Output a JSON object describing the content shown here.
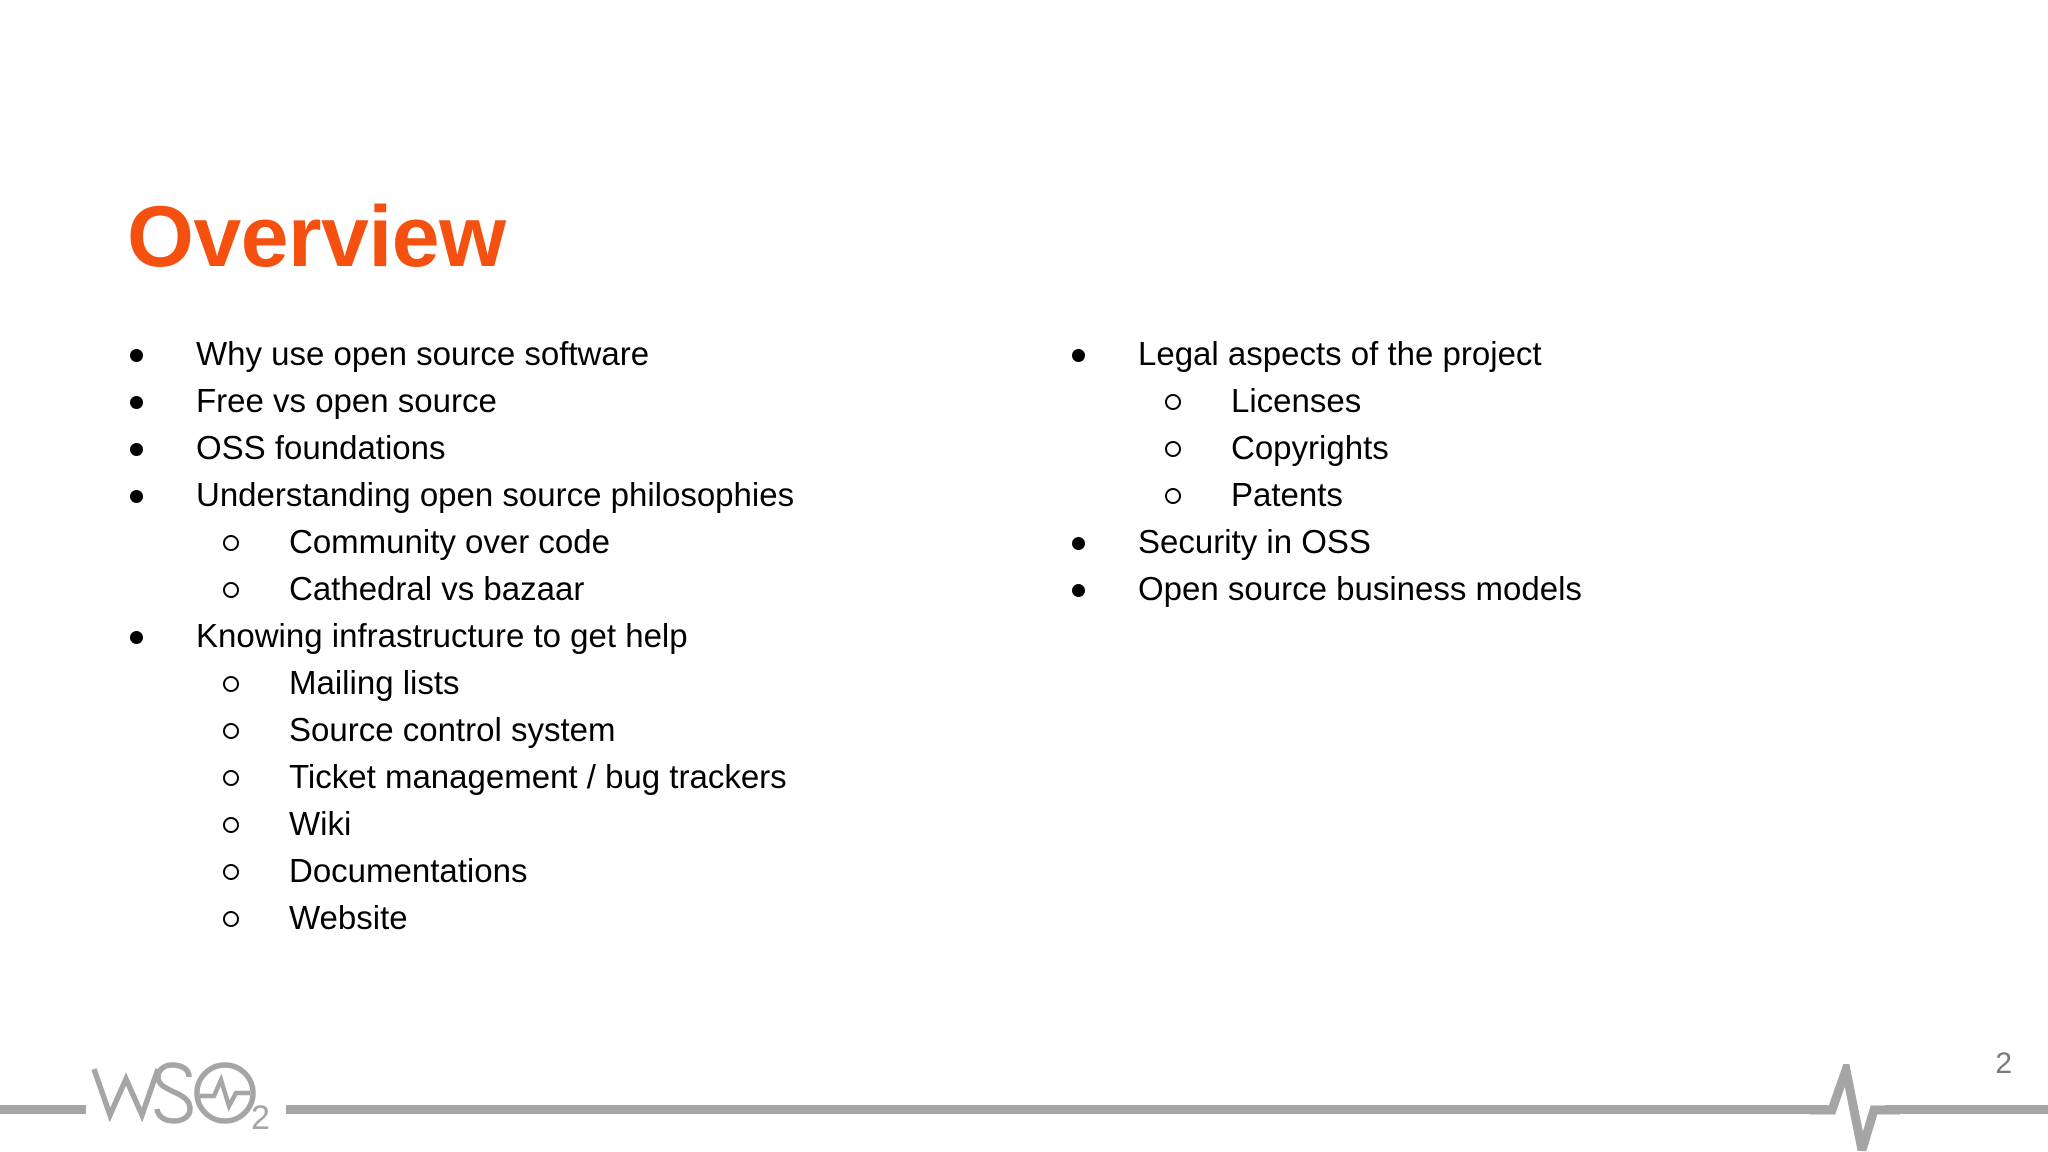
{
  "slide": {
    "title": "Overview",
    "title_color": "#f4500f",
    "background_color": "#ffffff",
    "text_color": "#000000"
  },
  "content": {
    "left_column": [
      {
        "level": 1,
        "marker": "filled-circle",
        "text": "Why use open source software"
      },
      {
        "level": 1,
        "marker": "filled-circle",
        "text": "Free vs open source"
      },
      {
        "level": 1,
        "marker": "filled-circle",
        "text": "OSS foundations"
      },
      {
        "level": 1,
        "marker": "filled-circle",
        "text": "Understanding open source philosophies"
      },
      {
        "level": 2,
        "marker": "hollow-circle",
        "text": "Community over code"
      },
      {
        "level": 2,
        "marker": "hollow-circle",
        "text": "Cathedral vs bazaar"
      },
      {
        "level": 1,
        "marker": "filled-circle",
        "text": "Knowing infrastructure to get help"
      },
      {
        "level": 2,
        "marker": "hollow-circle",
        "text": "Mailing lists"
      },
      {
        "level": 2,
        "marker": "hollow-circle",
        "text": "Source control system"
      },
      {
        "level": 2,
        "marker": "hollow-circle",
        "text": "Ticket management / bug trackers"
      },
      {
        "level": 2,
        "marker": "hollow-circle",
        "text": "Wiki"
      },
      {
        "level": 2,
        "marker": "hollow-circle",
        "text": "Documentations"
      },
      {
        "level": 2,
        "marker": "hollow-circle",
        "text": "Website"
      }
    ],
    "right_column": [
      {
        "level": 1,
        "marker": "filled-circle",
        "text": "Legal aspects of the project"
      },
      {
        "level": 2,
        "marker": "hollow-circle",
        "text": "Licenses"
      },
      {
        "level": 2,
        "marker": "hollow-circle",
        "text": "Copyrights"
      },
      {
        "level": 2,
        "marker": "hollow-circle",
        "text": "Patents"
      },
      {
        "level": 1,
        "marker": "filled-circle",
        "text": "Security in OSS"
      },
      {
        "level": 1,
        "marker": "filled-circle",
        "text": "Open source business models"
      }
    ]
  },
  "footer": {
    "logo_text": "WSO2",
    "logo_color": "#a5a5a5",
    "rule_color": "#a5a5a5",
    "page_number": "2",
    "page_number_color": "#7a7a7a"
  }
}
